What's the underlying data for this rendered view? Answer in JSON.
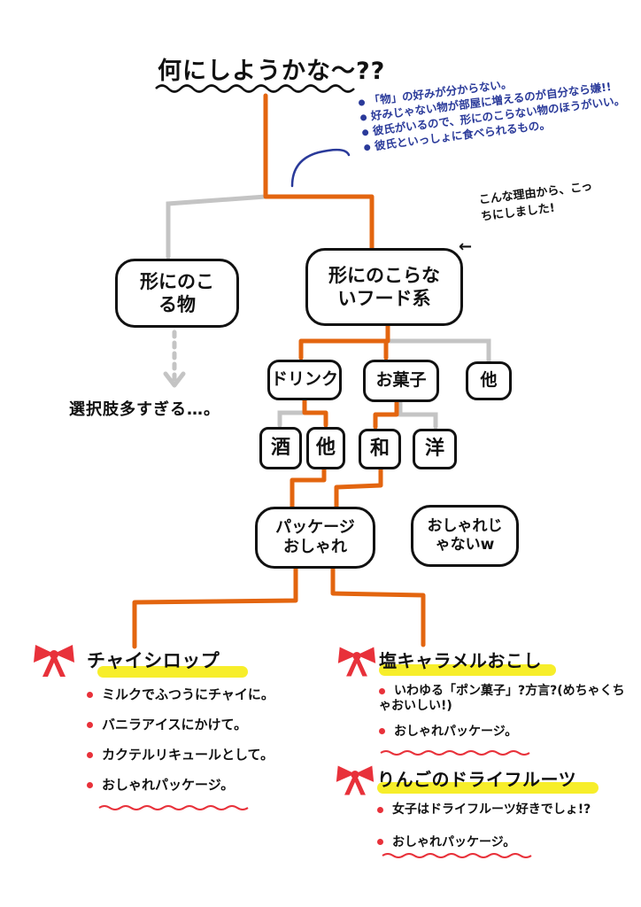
{
  "title": "何にしようかな〜??",
  "notes": [
    "「物」の好みが分からない。",
    "好みじゃない物が部屋に増えるのが自分なら嫌!!",
    "彼氏がいるので、形にのこらない物のほうがいい。",
    "彼氏といっしょに食べられるもの。"
  ],
  "reason_note": "こんな理由から、こっちにしました!",
  "reason_arrow": "←",
  "nodes": {
    "keep": "形にのこる物",
    "food": "形にのこらないフード系",
    "drink": "ドリンク",
    "sweets": "お菓子",
    "other1": "他",
    "sake": "酒",
    "other2": "他",
    "wa": "和",
    "you": "洋",
    "stylish": "パッケージおしゃれ",
    "not_stylish": "おしゃれじゃないw"
  },
  "too_many": "選択肢多すぎる…。",
  "recommendations": [
    {
      "title": "チャイシロップ",
      "points": [
        "ミルクでふつうにチャイに。",
        "バニラアイスにかけて。",
        "カクテルリキュールとして。",
        "おしゃれパッケージ。"
      ]
    },
    {
      "title": "塩キャラメルおこし",
      "points": [
        "いわゆる「ポン菓子」?方言?(めちゃくちゃおいしい!)",
        "おしゃれパッケージ。"
      ]
    },
    {
      "title": "りんごのドライフルーツ",
      "points": [
        "女子はドライフルーツ好きでしょ!?",
        "おしゃれパッケージ。"
      ]
    }
  ],
  "colors": {
    "path": "#e3650f",
    "branch": "#c4c4c4",
    "note_ink": "#2a3a9a",
    "highlight": "#f7ee2a",
    "ribbon": "#e8313a"
  }
}
